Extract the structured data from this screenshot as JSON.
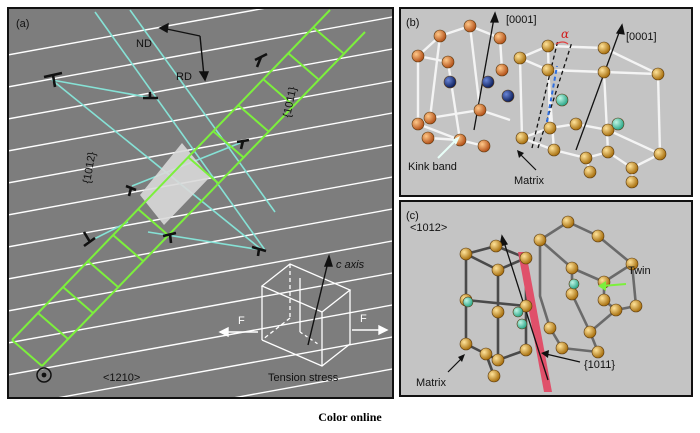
{
  "caption": "Color online",
  "panel_a": {
    "label": "(a)",
    "nd": "ND",
    "rd": "RD",
    "plane_1": "{1011}",
    "plane_2": "{1012}",
    "axis_c": "c axis",
    "force_left": "F",
    "force_right": "F",
    "zone_axis": "<1210>",
    "stress": "Tension stress"
  },
  "panel_b": {
    "label": "(b)",
    "dir_1": "[0001]",
    "dir_2": "[0001]",
    "alpha": "α",
    "kink": "Kink band",
    "matrix": "Matrix"
  },
  "panel_c": {
    "label": "(c)",
    "dir": "<1012>",
    "twin": "Twin",
    "plane": "{1011}",
    "matrix": "Matrix"
  },
  "colors": {
    "panel_bg": "#7d7d7d",
    "light_bg": "#c4c4c4",
    "band_green": "#7cf03c",
    "twin_cyan": "#86e2d6",
    "atom_orange": "#d07020",
    "atom_gold": "#c8901a",
    "atom_blue": "#1c3a8a",
    "atom_teal": "#5fd6b4",
    "plane_red": "#e0506a"
  }
}
